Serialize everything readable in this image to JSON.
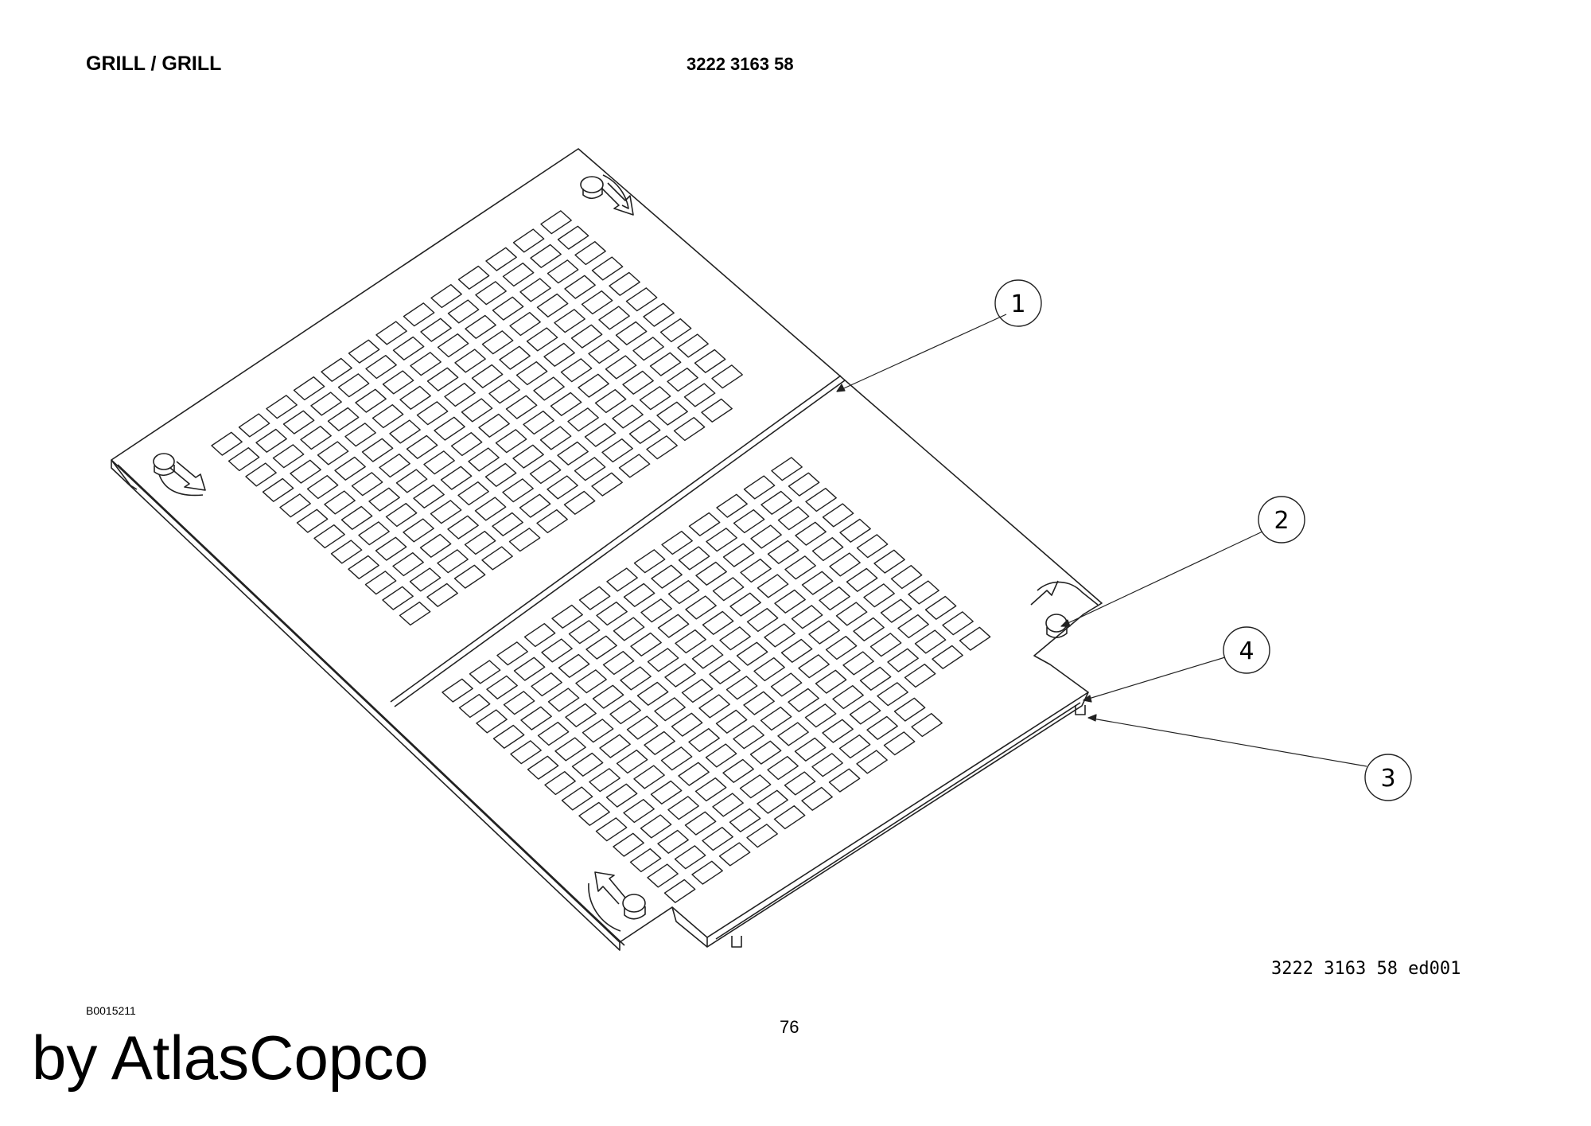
{
  "header": {
    "title": "GRILL / GRILL",
    "part_number": "3222 3163 58"
  },
  "drawing": {
    "reference": "3222 3163 58 ed001",
    "callouts": [
      "1",
      "2",
      "4",
      "3"
    ]
  },
  "footer": {
    "document_code": "B0015211",
    "page_number": "76",
    "brand": "by AtlasCopco"
  }
}
